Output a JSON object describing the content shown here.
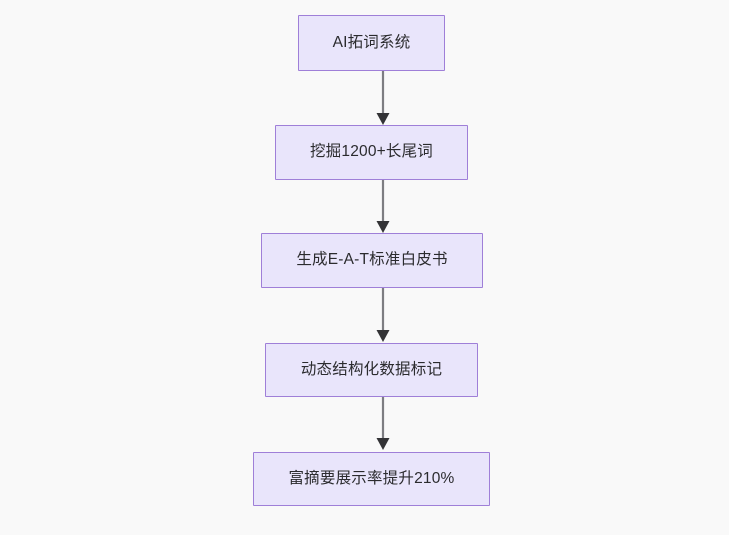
{
  "diagram": {
    "type": "flowchart",
    "direction": "top-to-bottom",
    "background_color": "#f9f9f9",
    "node_fill_color": "#e9e5fb",
    "node_border_color": "#9f7fd8",
    "node_text_color": "#2b2b2e",
    "edge_line_color": "#7d7d82",
    "edge_arrow_color": "#333336",
    "nodes": [
      {
        "id": "n1",
        "label": "AI拓词系统"
      },
      {
        "id": "n2",
        "label": "挖掘1200+长尾词"
      },
      {
        "id": "n3",
        "label": "生成E-A-T标准白皮书"
      },
      {
        "id": "n4",
        "label": "动态结构化数据标记"
      },
      {
        "id": "n5",
        "label": "富摘要展示率提升210%"
      }
    ],
    "edges": [
      {
        "id": "e1",
        "from": "n1",
        "to": "n2",
        "label": "",
        "arrow": "arrow-down-icon"
      },
      {
        "id": "e2",
        "from": "n2",
        "to": "n3",
        "label": "",
        "arrow": "arrow-down-icon"
      },
      {
        "id": "e3",
        "from": "n3",
        "to": "n4",
        "label": "",
        "arrow": "arrow-down-icon"
      },
      {
        "id": "e4",
        "from": "n4",
        "to": "n5",
        "label": "",
        "arrow": "arrow-down-icon"
      }
    ]
  }
}
